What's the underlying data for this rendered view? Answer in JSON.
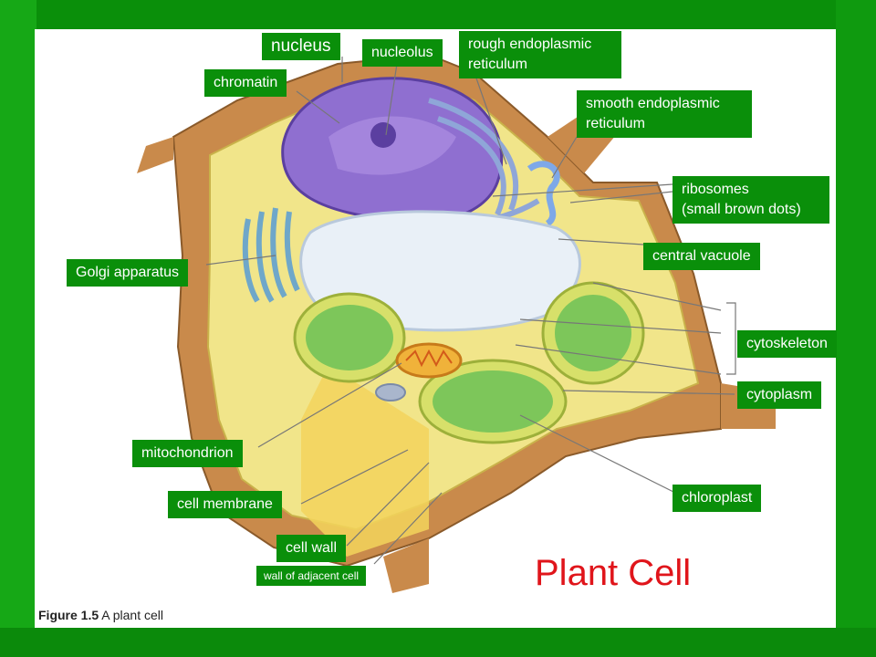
{
  "diagram": {
    "title": "Plant Cell",
    "caption_figure": "Figure 1.5",
    "caption_text": "A plant cell",
    "labels": {
      "nucleus": "nucleus",
      "nucleolus": "nucleolus",
      "rough_er_line1": "rough endoplasmic",
      "rough_er_line2": "reticulum",
      "chromatin": "chromatin",
      "smooth_er_line1": "smooth endoplasmic",
      "smooth_er_line2": "reticulum",
      "ribosomes_line1": "ribosomes",
      "ribosomes_line2": "(small brown dots)",
      "central_vacuole": "central vacuole",
      "golgi": "Golgi apparatus",
      "cytoskeleton": "cytoskeleton",
      "cytoplasm": "cytoplasm",
      "mitochondrion": "mitochondrion",
      "chloroplast": "chloroplast",
      "cell_membrane": "cell membrane",
      "cell_wall": "cell wall",
      "wall_adjacent": "wall of adjacent cell"
    }
  },
  "colors": {
    "label_bg": "#0a8f0a",
    "title": "#e0151b",
    "cell_wall": "#c98a4b",
    "cytoplasm": "#f1e58a",
    "nucleus": "#8f6fd0",
    "vacuole": "#e9f0f7",
    "chloroplast": "#4bb84b"
  }
}
